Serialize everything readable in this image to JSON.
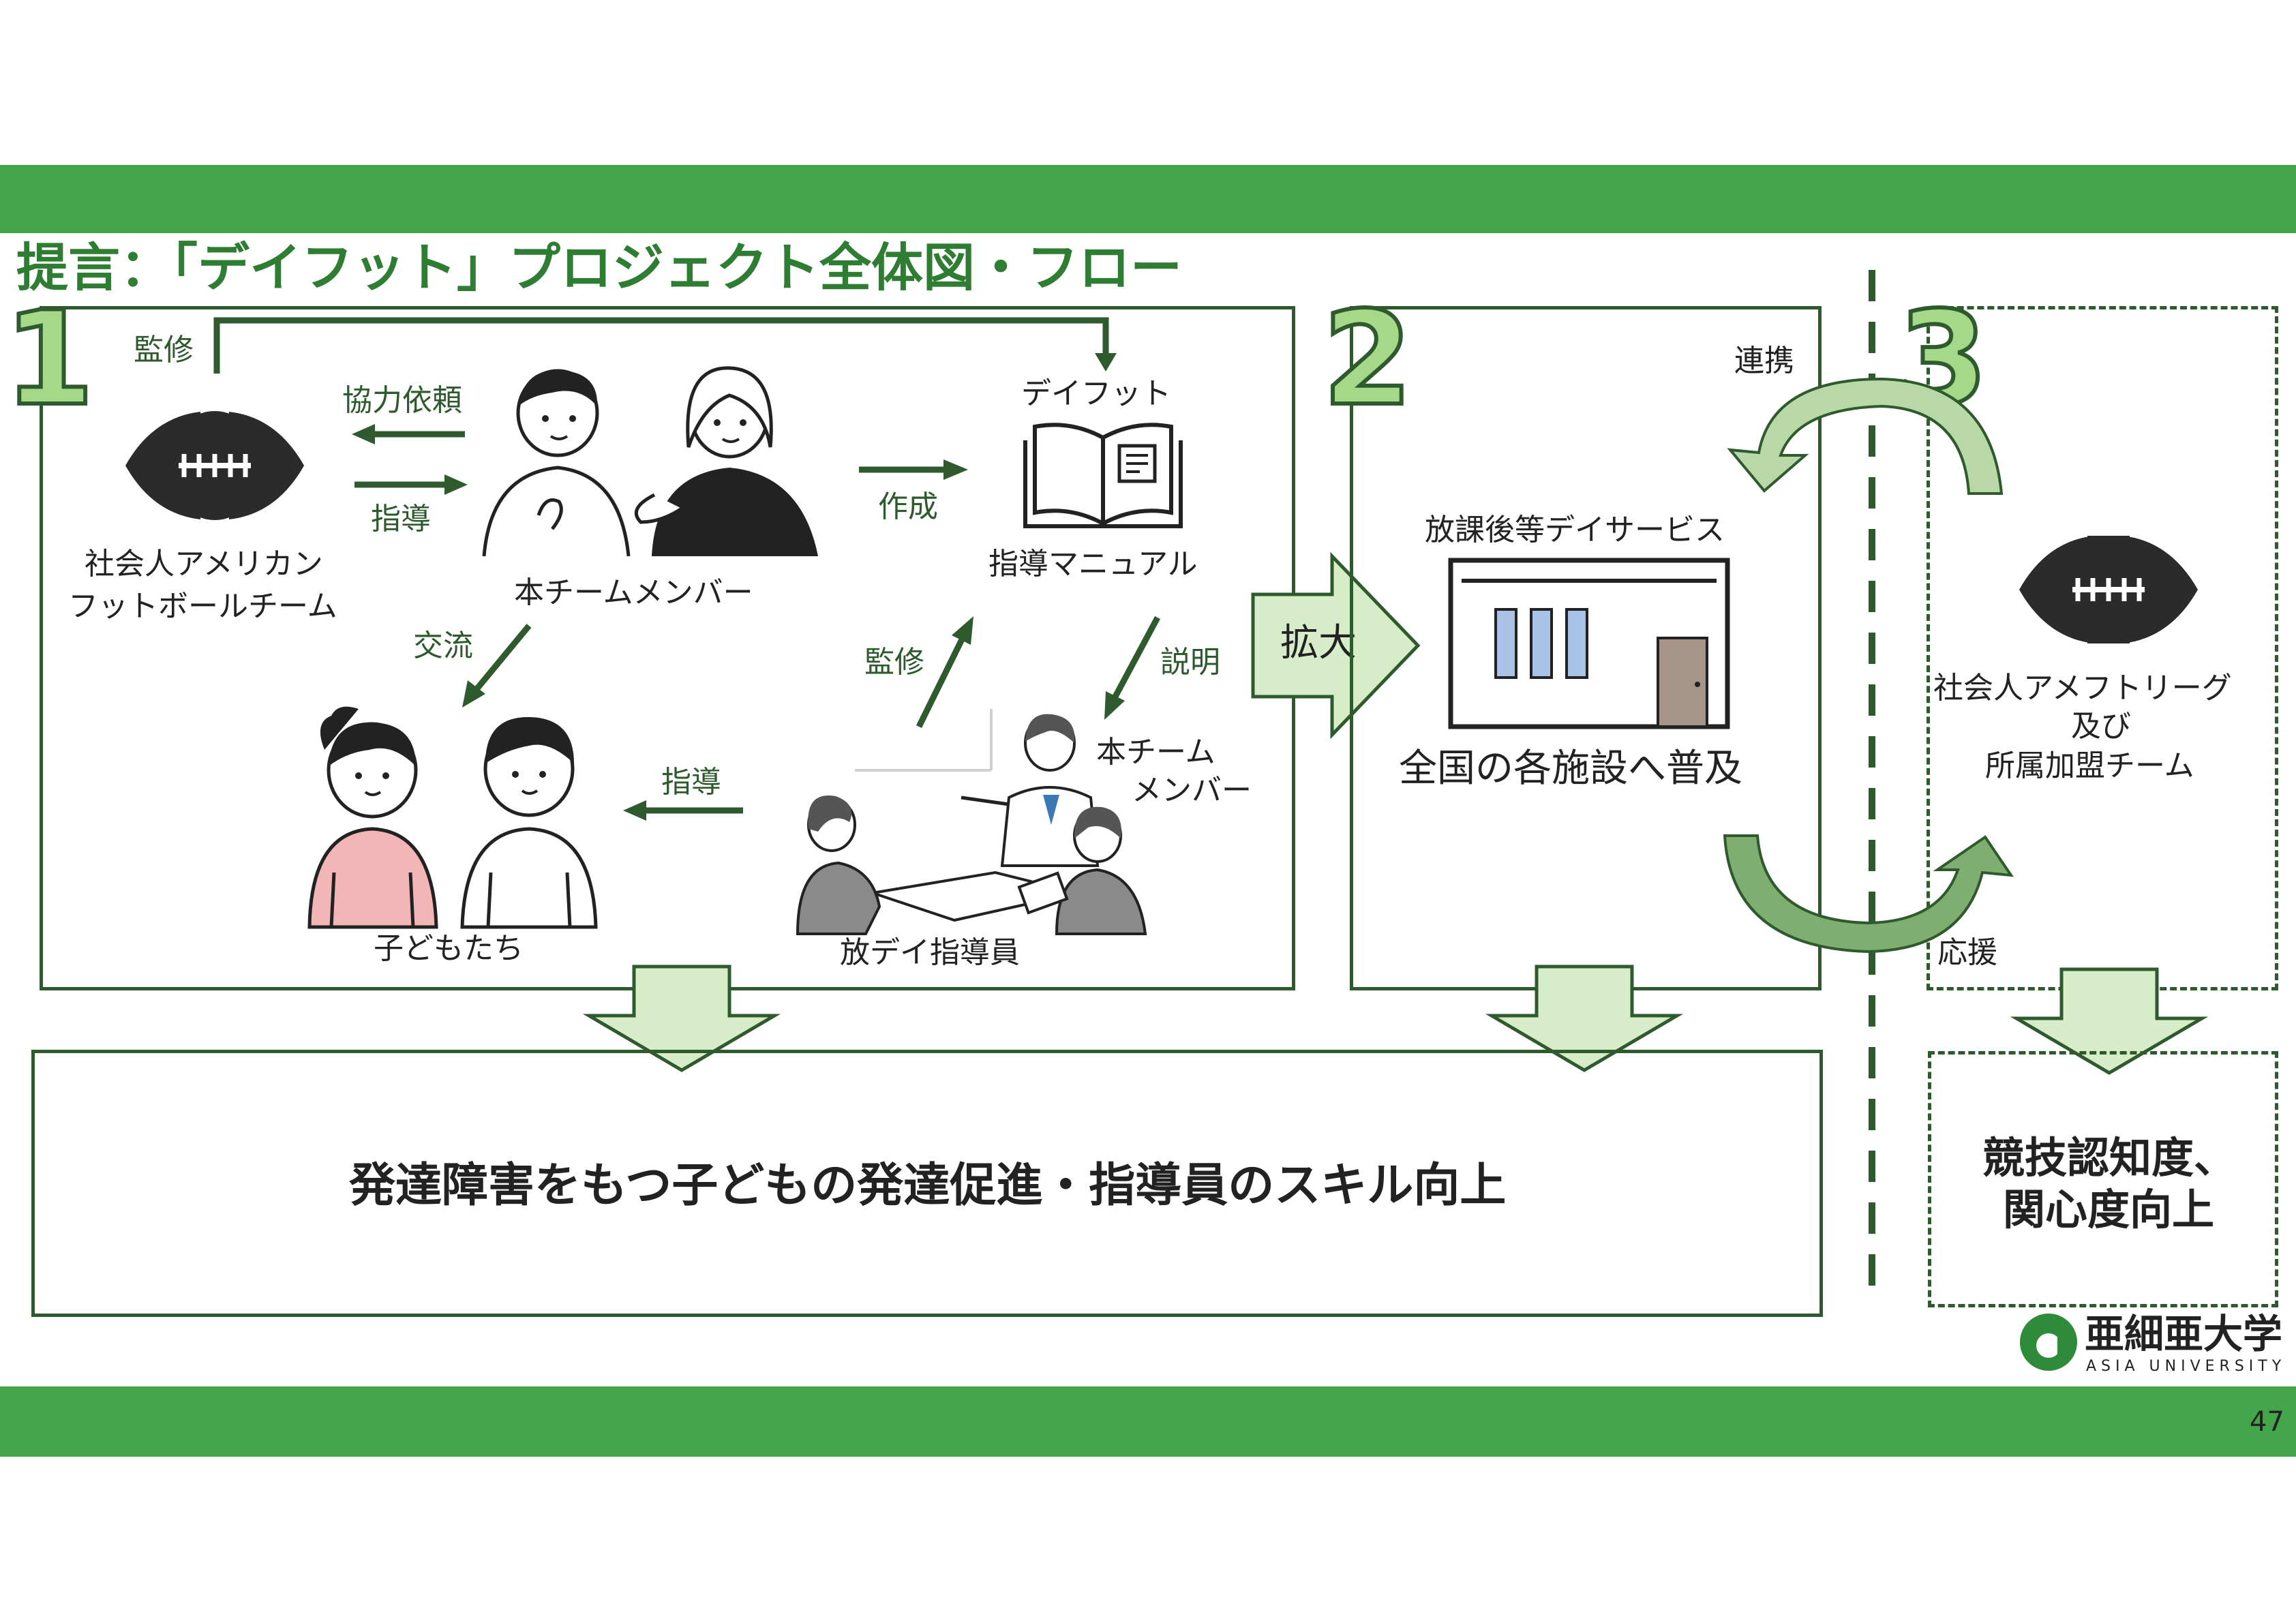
{
  "title": "提言：「デイフット」プロジェクト全体図・フロー",
  "sections": [
    {
      "number": "1"
    },
    {
      "number": "2"
    },
    {
      "number": "3"
    }
  ],
  "section1": {
    "supervise_top": "監修",
    "cooperation_request": "協力依頼",
    "guidance_to_team": "指導",
    "team_label_line1": "社会人アメリカン",
    "team_label_line2": "フットボールチーム",
    "members_label": "本チームメンバー",
    "create_label": "作成",
    "manual_title": "デイフット",
    "manual_label": "指導マニュアル",
    "exchange_label": "交流",
    "supervise_mid": "監修",
    "explain_label": "説明",
    "members2_line1": "本チーム",
    "members2_line2": "メンバー",
    "guidance_children": "指導",
    "children_label": "子どもたち",
    "staff_label": "放デイ指導員"
  },
  "expand_label": "拡大",
  "section2": {
    "facility_title": "放課後等デイサービス",
    "spread_label": "全国の各施設へ普及",
    "collaboration": "連携",
    "support": "応援"
  },
  "section3": {
    "league_line1": "社会人アメフトリーグ",
    "league_line2": "及び",
    "league_line3": "所属加盟チーム",
    "result_line1": "競技認知度、",
    "result_line2": "関心度向上"
  },
  "result_main": "発達障害をもつ子どもの発達促進・指導員のスキル向上",
  "logo": {
    "name_ja": "亜細亜大学",
    "name_en": "ASIA UNIVERSITY"
  },
  "page_number": "47",
  "icons": [
    "football-icon",
    "book-icon",
    "building-icon",
    "arrow-icon",
    "person-icon"
  ],
  "colors": {
    "brand_green": "#45a54a",
    "dark_green": "#2e5a2e",
    "light_green": "#d7ecc8",
    "number_fill": "#a6d88a"
  }
}
